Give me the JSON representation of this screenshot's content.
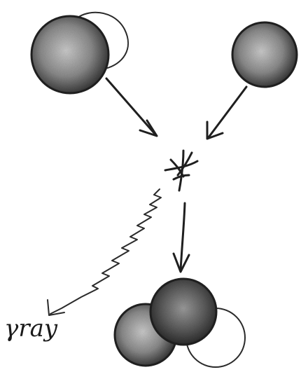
{
  "labels": {
    "gamma_ray": "γray"
  },
  "colors": {
    "ink": "#1f1f1f",
    "shade_dark": "#3d3d3d",
    "shade_mid": "#7a7a7a",
    "shade_light": "#b8b8b8",
    "paper": "#ffffff"
  },
  "icons": {
    "particle": "shaded-circle",
    "empty_orbit": "outline-circle",
    "collision": "star-burst",
    "photon": "wavy-arrow"
  }
}
